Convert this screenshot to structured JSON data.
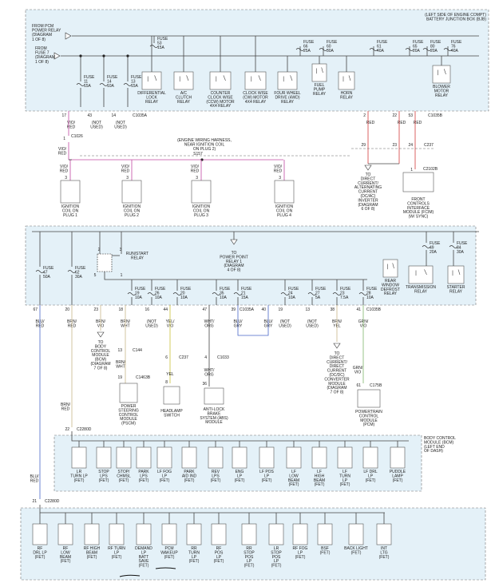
{
  "colors": {
    "region_fill": "#e4f1f8",
    "wire_red": "#d23c3c",
    "wire_violet": "#c04aa3",
    "wire_blu": "#4a66c8",
    "wire_brn": "#c8b68a",
    "wire_grn": "#7fb56a",
    "wire_default": "#444444"
  },
  "bjb_title": [
    "(LEFT SIDE OF ENGINE COMPT)",
    "BATTERY JUNCTION BOX (BJB)"
  ],
  "bjb_inputs": [
    {
      "lines": [
        "FROM PCM",
        "POWER RELAY",
        "(DIAGRAM",
        "1 OF 8)"
      ]
    },
    {
      "lines": [
        "FROM",
        "FUSE 7",
        "(DIAGRAM",
        "1 OF 8)"
      ]
    }
  ],
  "bjb_fuses": [
    {
      "lines": [
        "FUSE",
        "11",
        "15A"
      ]
    },
    {
      "lines": [
        "FUSE",
        "14",
        "10A"
      ]
    },
    {
      "lines": [
        "FUSE",
        "13",
        "15A"
      ]
    },
    {
      "lines": [
        "FUSE",
        "53",
        "15A"
      ]
    },
    {
      "lines": [
        "FUSE",
        "66",
        "25A"
      ]
    },
    {
      "lines": [
        "FUSE",
        "60",
        "30A"
      ]
    },
    {
      "lines": [
        "FUSE",
        "61",
        "40A"
      ]
    },
    {
      "lines": [
        "FUSE",
        "65",
        "20A"
      ]
    },
    {
      "lines": [
        "FUSE",
        "80",
        "20A"
      ]
    },
    {
      "lines": [
        "FUSE",
        "76",
        "40A"
      ]
    }
  ],
  "bjb_relays": [
    {
      "lines": [
        "DIFFERENTIAL",
        "LOCK",
        "RELAY"
      ]
    },
    {
      "lines": [
        "A/C",
        "CLUTCH",
        "RELAY"
      ]
    },
    {
      "lines": [
        "COUNTER",
        "CLOCK WISE",
        "(CCW) MOTOR",
        "4X4 RELAY"
      ]
    },
    {
      "lines": [
        "CLOCK WISE",
        "(CW) MOTOR",
        "4X4 RELAY"
      ]
    },
    {
      "lines": [
        "FOUR WHEEL",
        "DRIVE (4WD)",
        "RELAY"
      ]
    },
    {
      "lines": [
        "FUEL",
        "PUMP",
        "RELAY"
      ]
    },
    {
      "lines": [
        "HORN",
        "RELAY"
      ]
    },
    {
      "lines": [
        "BLOWER",
        "MOTOR",
        "RELAY"
      ]
    }
  ],
  "bjb_out_pins": [
    {
      "pin": "17",
      "wire": [
        "VIO/",
        "RED"
      ]
    },
    {
      "pin": "43",
      "wire": [
        "(NOT",
        "USED)"
      ]
    },
    {
      "pin": "14",
      "wire": [
        "(NOT",
        "USED)"
      ]
    },
    {
      "pin": "C1035A",
      "wire": []
    },
    {
      "pin": "2",
      "wire": [
        "RED"
      ]
    },
    {
      "pin": "22",
      "wire": [
        "RED"
      ]
    },
    {
      "pin": "53",
      "wire": [
        "RED"
      ]
    },
    {
      "pin": "C1035B",
      "wire": []
    }
  ],
  "c1026": {
    "label": "C1026",
    "pin": "1",
    "wire": [
      "VIO/",
      "RED"
    ]
  },
  "harness_note": [
    "(ENGINE WIRING HARNESS,",
    "NEAR IGNITION COIL",
    "ON PLUG 2)"
  ],
  "splice": "S157",
  "coils": [
    {
      "pin": "3",
      "wire": [
        "VIO/",
        "RED"
      ],
      "lines": [
        "IGNITION",
        "COIL ON",
        "PLUG 1"
      ]
    },
    {
      "pin": "3",
      "wire": [
        "VIO/",
        "RED"
      ],
      "lines": [
        "IGNITION",
        "COIL ON",
        "PLUG 2"
      ]
    },
    {
      "pin": "3",
      "wire": [
        "VIO/",
        "RED"
      ],
      "lines": [
        "IGNITION",
        "COIL ON",
        "PLUG 3"
      ]
    },
    {
      "pin": "3",
      "wire": [
        "VIO/",
        "RED"
      ],
      "lines": [
        "IGNITION",
        "COIL ON",
        "PLUG 4"
      ]
    }
  ],
  "inverter": {
    "pins": [
      "29",
      "23",
      "24"
    ],
    "lines": [
      "TO",
      "DIRECT",
      "CURRENT/",
      "ALTERNATING",
      "CURRENT",
      "(DC/AC)",
      "INVERTER",
      "(DIAGRAM",
      "6 OF 8)"
    ]
  },
  "c2102b": {
    "label": "C2102B",
    "pin": "1",
    "lines": [
      "FRONT",
      "CONTROLS",
      "INTERFACE",
      "MODULE (FCIM)",
      "(W/ SYNC)"
    ]
  },
  "c2373": {
    "label": "C237"
  },
  "run_start": {
    "lines": [
      "RUN/START",
      "RELAY"
    ],
    "pins": [
      "2",
      "3",
      "5",
      "1"
    ]
  },
  "power_point": {
    "lines": [
      "TO",
      "POWER POINT",
      "RELAY 1",
      "(DIAGRAM",
      "4 OF 8)"
    ]
  },
  "mid_fuses_left": [
    {
      "lines": [
        "FUSE",
        "47",
        "50A"
      ]
    },
    {
      "lines": [
        "FUSE",
        "62",
        "30A"
      ]
    }
  ],
  "mid_fuses": [
    {
      "lines": [
        "FUSE",
        "19",
        "10A"
      ]
    },
    {
      "lines": [
        "FUSE",
        "26",
        "10A"
      ]
    },
    {
      "lines": [
        "FUSE",
        "20",
        "10A"
      ]
    },
    {
      "lines": [
        "FUSE",
        "35",
        "10A"
      ]
    },
    {
      "lines": [
        "FUSE",
        "21",
        "15A"
      ]
    },
    {
      "lines": [
        "FUSE",
        "24",
        "10A"
      ]
    },
    {
      "lines": [
        "FUSE",
        "27",
        "5A"
      ]
    },
    {
      "lines": [
        "FUSE",
        "23",
        "7.5A"
      ]
    },
    {
      "lines": [
        "FUSE",
        "28",
        "10A"
      ]
    }
  ],
  "mid_fuses_right": [
    {
      "lines": [
        "FUSE",
        "49",
        "20A"
      ]
    },
    {
      "lines": [
        "FUSE",
        "84",
        "30A"
      ]
    }
  ],
  "mid_relays": [
    {
      "lines": [
        "REAR",
        "WINDOW",
        "DEFROST",
        "RELAY"
      ]
    },
    {
      "lines": [
        "TRANSMISSION",
        "RELAY"
      ]
    },
    {
      "lines": [
        "STARTER",
        "RELAY"
      ]
    }
  ],
  "c1035": [
    {
      "label": "C1035A"
    },
    {
      "label": "C1035B"
    }
  ],
  "mid_out_pins": [
    {
      "pin": "67",
      "wire": [
        "BLU/",
        "RED"
      ]
    },
    {
      "pin": "20",
      "wire": [
        "BRN/",
        "RED"
      ]
    },
    {
      "pin": "23",
      "wire": [
        "BRN/",
        "VIO"
      ]
    },
    {
      "pin": "18",
      "wire": [
        "BRN/",
        "WHT"
      ]
    },
    {
      "pin": "16",
      "wire": [
        "(NOT",
        "USED)"
      ]
    },
    {
      "pin": "44",
      "wire": [
        "YEL/",
        "VIO"
      ]
    },
    {
      "pin": "47",
      "wire": [
        "WHT/",
        "ORG"
      ]
    },
    {
      "pin": "39",
      "wire": [
        "BLU/",
        "GRY"
      ]
    },
    {
      "pin": "40",
      "wire": [
        "BLU/",
        "GRY"
      ]
    },
    {
      "pin": "19",
      "wire": [
        "(NOT",
        "USED)"
      ]
    },
    {
      "pin": "13",
      "wire": [
        "(NOT",
        "USED)"
      ]
    },
    {
      "pin": "38",
      "wire": [
        "BRN/",
        "YEL"
      ]
    },
    {
      "pin": "41",
      "wire": [
        "GRN/",
        "VIO"
      ]
    }
  ],
  "bcm_ref": {
    "lines": [
      "TO",
      "BODY",
      "CONTROL",
      "MODULE",
      "(BCM)",
      "(DIAGRAM",
      "7 OF 8)"
    ]
  },
  "c144": {
    "label": "C144",
    "pin": "13",
    "wire": [
      "BRN/",
      "WHT"
    ]
  },
  "c1463b": {
    "label": "C1463B",
    "pin": "19"
  },
  "pscm": {
    "lines": [
      "POWER",
      "STEERING",
      "CONTROL",
      "MODULE",
      "(PSCM)"
    ]
  },
  "c237": {
    "label": "C237",
    "pin": "6",
    "wire": [
      "YEL"
    ],
    "pin2": "8"
  },
  "headlamp": {
    "lines": [
      "HEADLAMP",
      "SWITCH"
    ]
  },
  "c1033": {
    "label": "C1033",
    "pin": "4",
    "wire": [
      "WHT/",
      "ORG"
    ],
    "pin2": "36"
  },
  "abs": {
    "lines": [
      "ANTI-LOCK",
      "BRAKE",
      "SYSTEM (ABS)",
      "MODULE"
    ]
  },
  "dc_ref": {
    "lines": [
      "TO",
      "DIRECT",
      "CURRENT/",
      "DIRECT",
      "CURRENT",
      "(DC/DC)",
      "CONVERTER",
      "MODULE",
      "(DIAGRAM",
      "7 OF 8)"
    ]
  },
  "c175b": {
    "label": "C175B",
    "pin": "61",
    "wire": [
      "GRN/",
      "VIO"
    ]
  },
  "pcm": {
    "lines": [
      "POWERTRAIN",
      "CONTROL",
      "MODULE",
      "(PCM)"
    ]
  },
  "brn_red_lower": [
    "BRN/",
    "RED"
  ],
  "blu_red_lower": [
    "BLU/",
    "RED"
  ],
  "c2280d_1": {
    "label": "C2280D",
    "pin": "22"
  },
  "bcm_title": [
    "BODY CONTROL",
    "MODULE (BCM)",
    "(LEFT END",
    "OF DASH)"
  ],
  "bcm_fets": [
    {
      "lines": [
        "LR",
        "TURN LP",
        "(FET)"
      ]
    },
    {
      "lines": [
        "STOP",
        "LPS",
        "(FET)"
      ]
    },
    {
      "lines": [
        "STOP/",
        "CHMSL",
        "(FET)"
      ]
    },
    {
      "lines": [
        "PARK",
        "LPS",
        "(FET)"
      ]
    },
    {
      "lines": [
        "LF FOG",
        "LP",
        "(FET)"
      ]
    },
    {
      "lines": [
        "PARK",
        "AID IND",
        "(FET)"
      ]
    },
    {
      "lines": [
        "REV",
        "LPS",
        "(FET)"
      ]
    },
    {
      "lines": [
        "ENG",
        "LP",
        "(FET)"
      ]
    },
    {
      "lines": [
        "LF POS",
        "LP",
        "(FET)"
      ]
    },
    {
      "lines": [
        "LF",
        "LOW",
        "BEAM",
        "(FET)"
      ]
    },
    {
      "lines": [
        "LF",
        "HIGH",
        "BEAM",
        "(FET)"
      ]
    },
    {
      "lines": [
        "LF",
        "TURN",
        "LP",
        "(FET)"
      ]
    },
    {
      "lines": [
        "LF DRL",
        "LP",
        "(FET)"
      ]
    },
    {
      "lines": [
        "PUDDLE",
        "LAMP",
        "(FET)"
      ]
    }
  ],
  "c2280d_2": {
    "label": "C2280D",
    "pin": "21"
  },
  "bottom_fets": [
    {
      "lines": [
        "RF",
        "DRL LP",
        "(FET)"
      ]
    },
    {
      "lines": [
        "RF",
        "LOW",
        "BEAM",
        "(FET)"
      ]
    },
    {
      "lines": [
        "RF HIGH",
        "BEAM",
        "(FET)"
      ]
    },
    {
      "lines": [
        "RF TURN",
        "LP",
        "(FET)"
      ]
    },
    {
      "lines": [
        "DEMAND",
        "LP",
        "BATT",
        "SAVE",
        "(FET)"
      ]
    },
    {
      "lines": [
        "PCM",
        "WAKEUP",
        "(FET)"
      ]
    },
    {
      "lines": [
        "RR",
        "TURN",
        "LP",
        "(FET)"
      ]
    },
    {
      "lines": [
        "RF",
        "POS",
        "LP",
        "(FET)"
      ]
    },
    {
      "lines": [
        "RR",
        "STOP",
        "POS",
        "LP",
        "(FET)"
      ]
    },
    {
      "lines": [
        "LR",
        "STOP",
        "POS",
        "LP",
        "(FET)"
      ]
    },
    {
      "lines": [
        "RF FOG",
        "LP",
        "(FET)"
      ]
    },
    {
      "lines": [
        "BSF",
        "(FET)"
      ]
    },
    {
      "lines": [
        "BACK LIGHT",
        "(FET)"
      ]
    },
    {
      "lines": [
        "INT",
        "LTG",
        "(FET)"
      ]
    }
  ]
}
